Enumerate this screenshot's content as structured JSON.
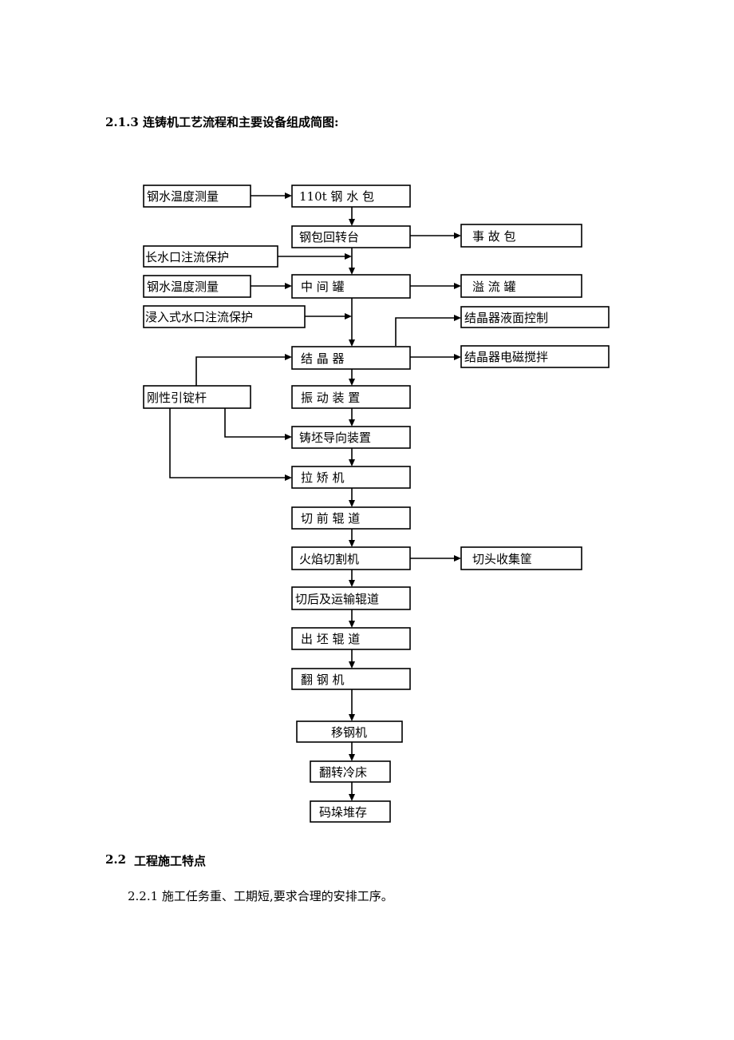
{
  "section_213": {
    "title": "2.1.3 连铸机工艺流程和主要设备组成简图:"
  },
  "flowchart": {
    "boxes": {
      "temp1": "钢水温度测量",
      "ladle": "110t 钢 水 包",
      "turret": "钢包回转台",
      "accident": "事 故 包",
      "shroud_long": "长水口注流保护",
      "temp2": "钢水温度测量",
      "tundish": "中 间 罐",
      "overflow": "溢 流 罐",
      "sen": "浸入式水口注流保护",
      "level_ctrl": "结晶器液面控制",
      "mold": "结 晶 器",
      "ems": "结晶器电磁搅拌",
      "dummy_bar": "刚性引锭杆",
      "oscillation": "振 动 装 置",
      "strand_guide": "铸坯导向装置",
      "straightener": "拉 矫 机",
      "pre_roller": "切 前 辊 道",
      "torch_cutter": "火焰切割机",
      "crop_basket": "切头收集筐",
      "post_roller": "切后及运输辊道",
      "discharge_roller": "出 坯 辊 道",
      "tilter": "翻 钢 机",
      "transfer": "移钢机",
      "cooling_bed": "翻转冷床",
      "piling": "码垛堆存"
    }
  },
  "section_22": {
    "number": "2.2",
    "title": "工程施工特点",
    "para_221": "2.2.1 施工任务重、工期短,要求合理的安排工序。"
  }
}
